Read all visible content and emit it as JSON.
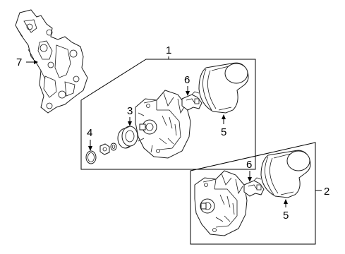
{
  "callouts": {
    "alternator_assembly": "1",
    "alternator_assembly_alt": "2",
    "pulley": "3",
    "clip": "4",
    "rear_cover": "5",
    "rear_cover_alt": "5",
    "regulator": "6",
    "regulator_alt": "6",
    "bracket": "7"
  }
}
